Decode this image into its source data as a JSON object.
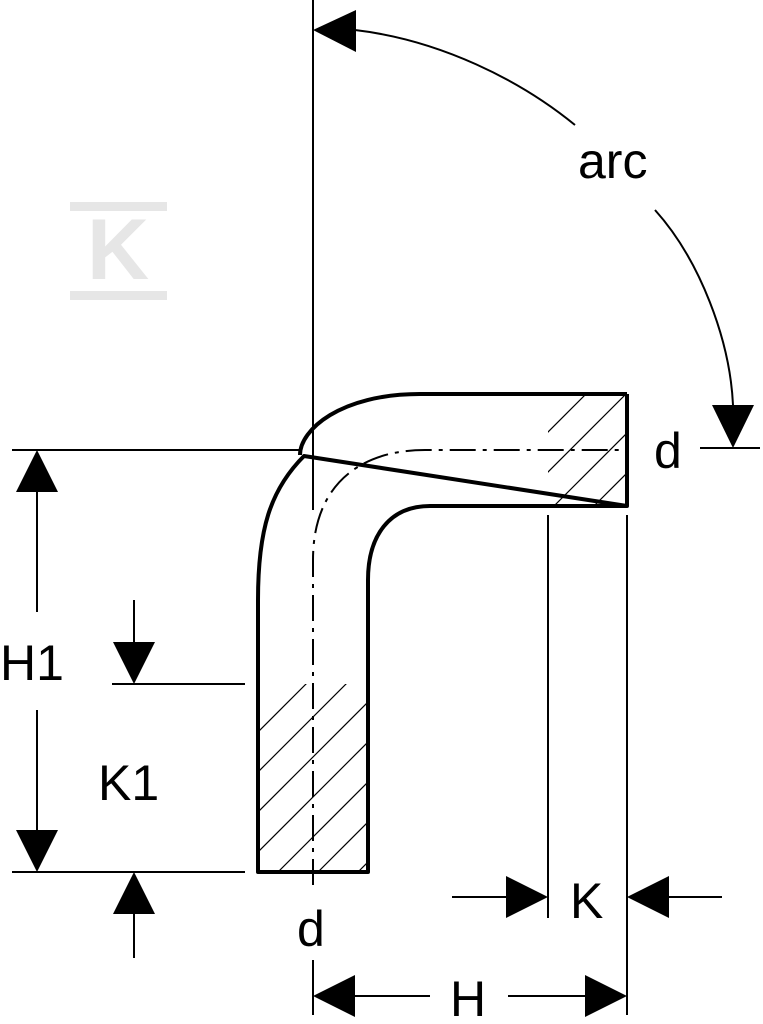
{
  "diagram": {
    "labels": {
      "arc": "arc",
      "d_right": "d",
      "d_bottom": "d",
      "h1": "H1",
      "k1": "K1",
      "k": "K",
      "h": "H"
    },
    "watermark": "K",
    "colors": {
      "line": "#000000",
      "watermark": "#e6e6e6",
      "background": "#ffffff"
    }
  }
}
